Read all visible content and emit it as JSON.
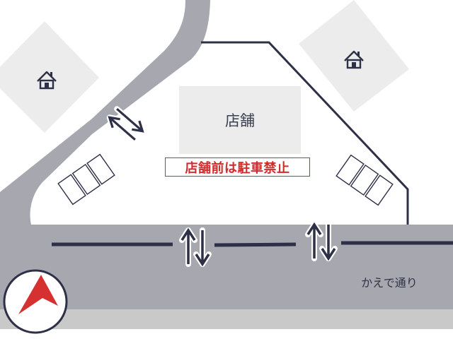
{
  "map": {
    "shop_label": "店舗",
    "no_parking_sign": "店舗前は駐車禁止",
    "street_name": "かえで通り",
    "icons": {
      "house": "house-icon",
      "compass": "north-arrow-icon",
      "arrow": "two-way-arrow-icon"
    },
    "colors": {
      "road": "#a6a7af",
      "sidewalk": "#c9c9c9",
      "building": "#ececec",
      "outline": "#2e3047",
      "no_parking_text": "#d22b2b",
      "compass_arrow": "#d63131"
    }
  }
}
